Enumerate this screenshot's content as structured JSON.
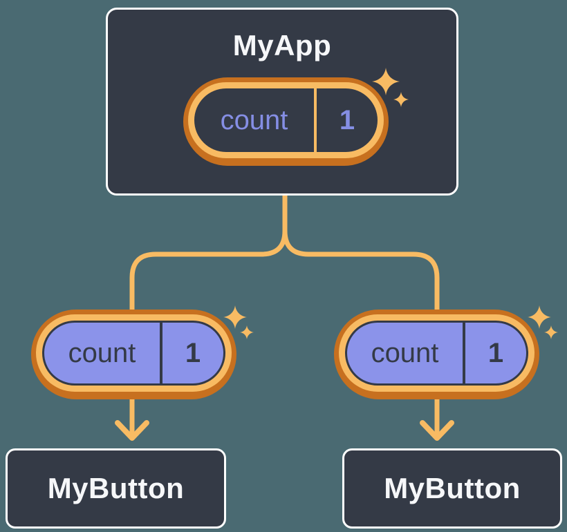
{
  "diagram": {
    "parent": {
      "title": "MyApp",
      "state": {
        "name": "count",
        "value": "1"
      }
    },
    "children": [
      {
        "title": "MyButton",
        "state": {
          "name": "count",
          "value": "1"
        }
      },
      {
        "title": "MyButton",
        "state": {
          "name": "count",
          "value": "1"
        }
      }
    ],
    "colors": {
      "background": "#4a6a72",
      "card_fill": "#343a46",
      "card_border": "#ffffff",
      "connector_orange": "#f8bb63",
      "pill_ring_dark_orange": "#c7701f",
      "pill_fill_purple": "#8b93ea",
      "state_text_lavender": "#858ee4",
      "state_text_dark": "#343a46",
      "title_text": "#f6f7f9"
    },
    "icons": {
      "sparkle": "four-point-star"
    }
  }
}
